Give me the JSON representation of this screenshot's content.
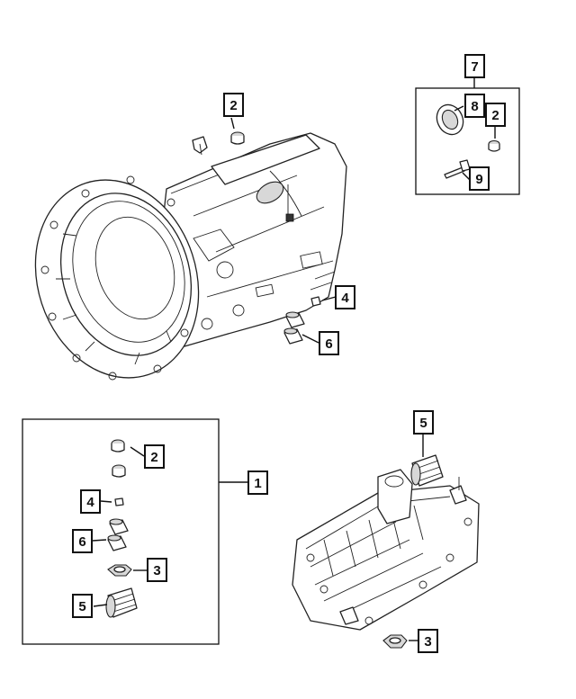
{
  "callouts": [
    {
      "id": "c2-top",
      "label": "2"
    },
    {
      "id": "c7",
      "label": "7"
    },
    {
      "id": "c8",
      "label": "8"
    },
    {
      "id": "c2-inset",
      "label": "2"
    },
    {
      "id": "c9",
      "label": "9"
    },
    {
      "id": "c4-right",
      "label": "4"
    },
    {
      "id": "c6-right",
      "label": "6"
    },
    {
      "id": "c5-right",
      "label": "5"
    },
    {
      "id": "c1",
      "label": "1"
    },
    {
      "id": "c2-kit",
      "label": "2"
    },
    {
      "id": "c4-kit",
      "label": "4"
    },
    {
      "id": "c6-kit",
      "label": "6"
    },
    {
      "id": "c3-kit",
      "label": "3"
    },
    {
      "id": "c5-kit",
      "label": "5"
    },
    {
      "id": "c3-right",
      "label": "3"
    }
  ]
}
